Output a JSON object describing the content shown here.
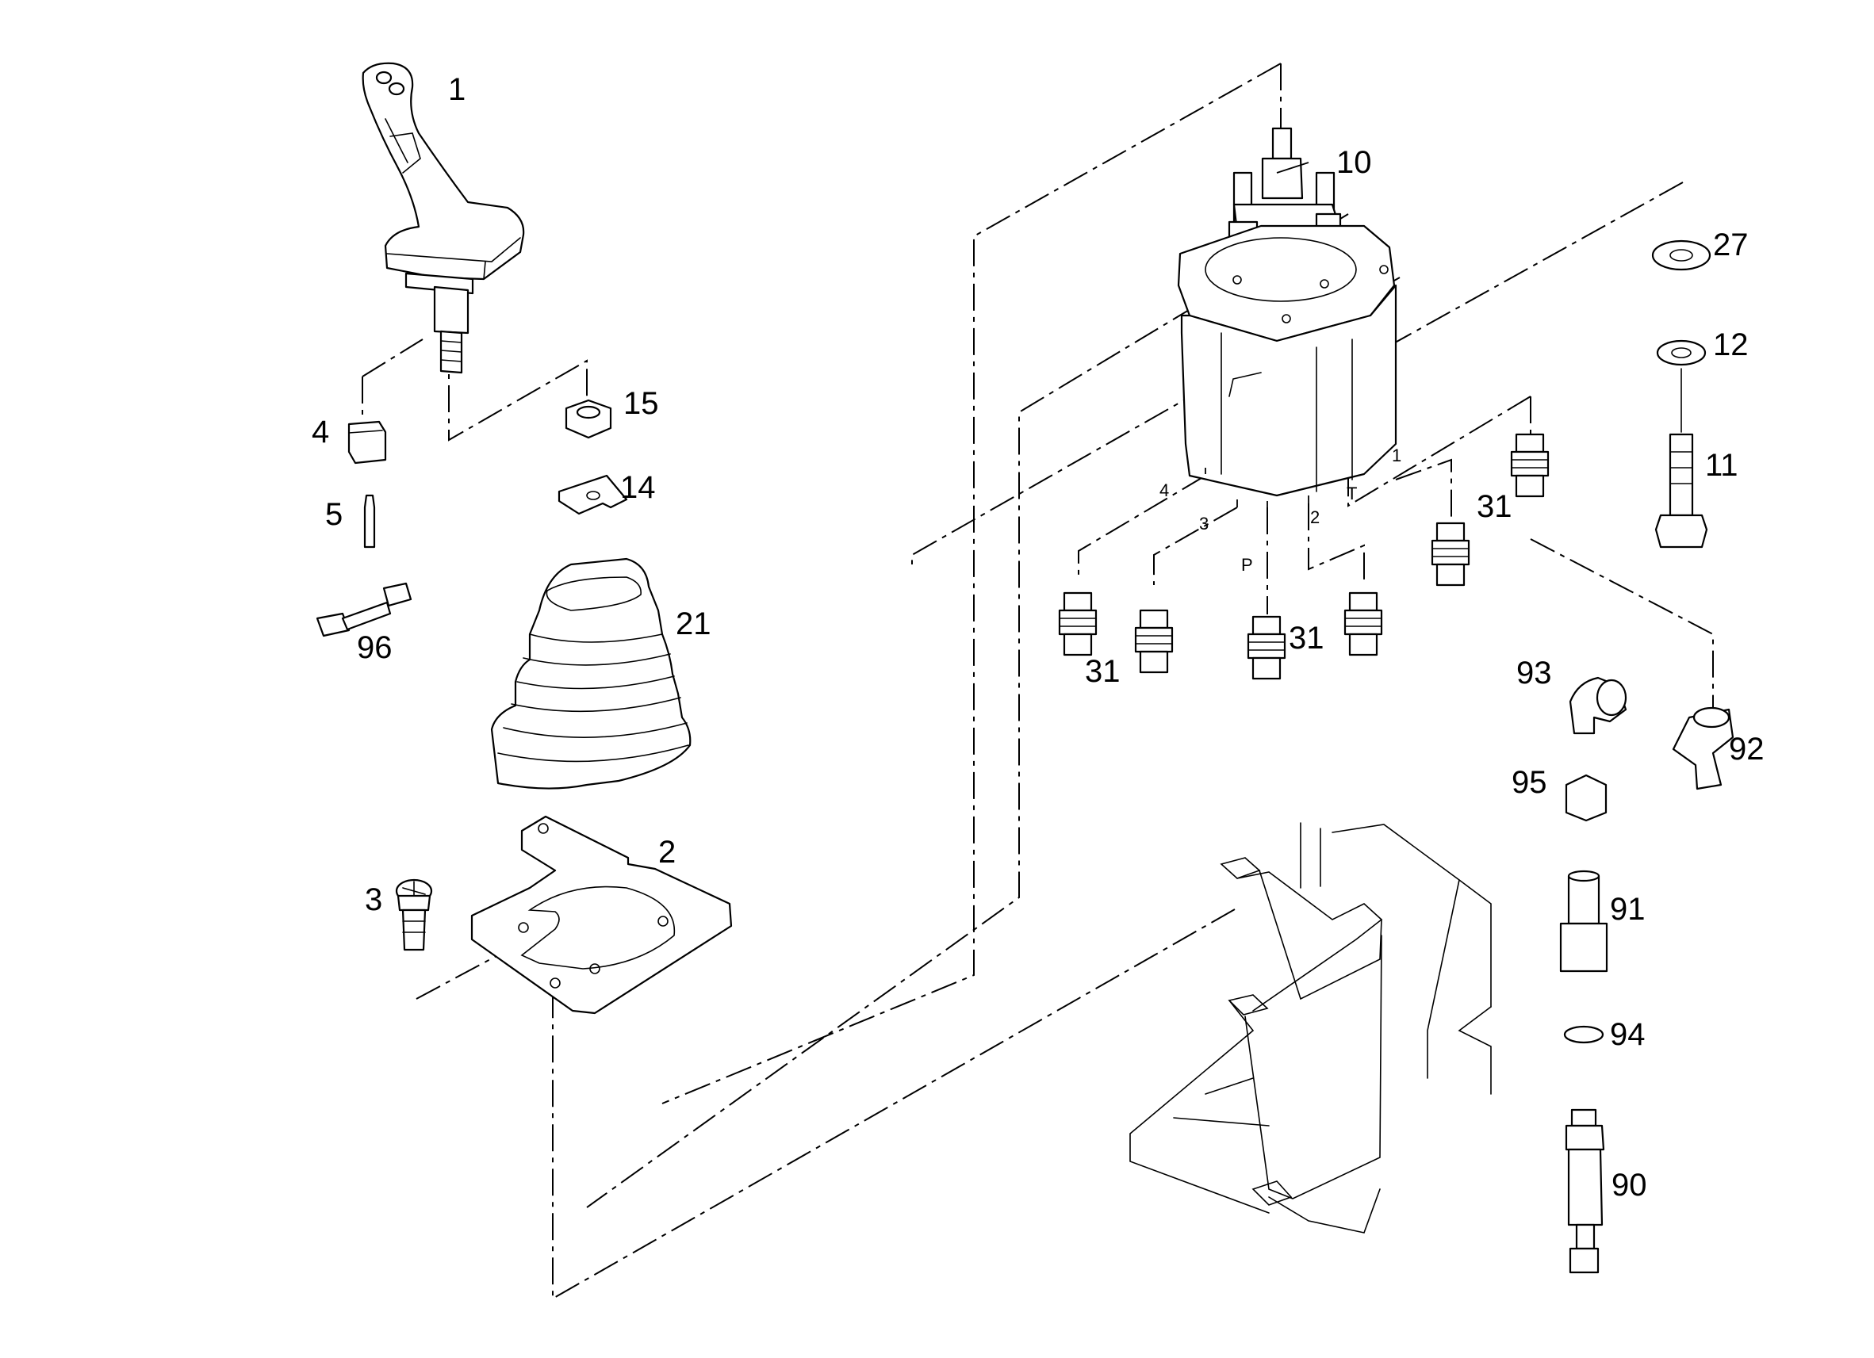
{
  "diagram": {
    "callouts": {
      "c1": "1",
      "c10": "10",
      "c27": "27",
      "c12": "12",
      "c11": "11",
      "c15": "15",
      "c4": "4",
      "c14": "14",
      "c5": "5",
      "c96": "96",
      "c21": "21",
      "c2": "2",
      "c3": "3",
      "c31a": "31",
      "c31b": "31",
      "c31c": "31",
      "c93": "93",
      "c92": "92",
      "c95": "95",
      "c91": "91",
      "c94": "94",
      "c90": "90"
    },
    "ports": {
      "p4": "4",
      "p3": "3",
      "pP": "P",
      "p2": "2",
      "pT": "T",
      "p1": "1"
    }
  }
}
